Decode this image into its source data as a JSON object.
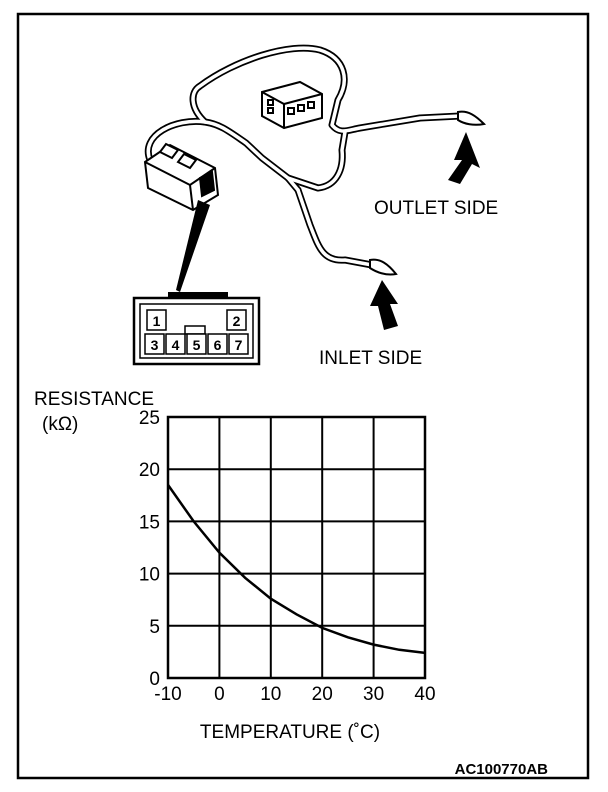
{
  "labels": {
    "outlet": "OUTLET SIDE",
    "inlet": "INLET SIDE",
    "code": "AC100770AB"
  },
  "connector_pins": [
    "1",
    "2",
    "3",
    "4",
    "5",
    "6",
    "7"
  ],
  "chart_data": {
    "type": "line",
    "ylabel": "RESISTANCE",
    "yunit": "(kΩ)",
    "xlabel": "TEMPERATURE (˚C)",
    "x_ticks": [
      "-10",
      "0",
      "10",
      "20",
      "30",
      "40"
    ],
    "y_ticks": [
      "0",
      "5",
      "10",
      "15",
      "20",
      "25"
    ],
    "xlim": [
      -10,
      40
    ],
    "ylim": [
      0,
      25
    ],
    "grid": true,
    "series": [
      {
        "x": [
          -10,
          -5,
          0,
          5,
          10,
          15,
          20,
          25,
          30,
          35,
          40
        ],
        "y": [
          18.5,
          15,
          12,
          9.6,
          7.6,
          6.1,
          4.8,
          3.9,
          3.2,
          2.7,
          2.4
        ]
      }
    ]
  }
}
